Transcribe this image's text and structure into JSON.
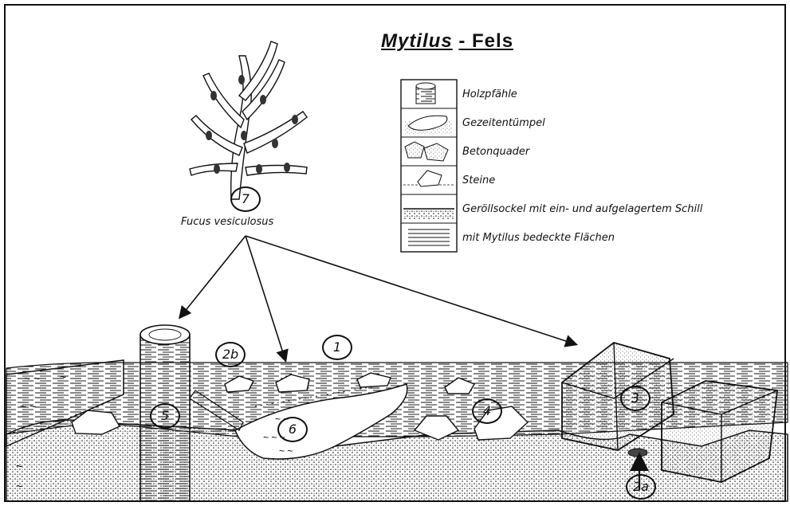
{
  "title": {
    "genus": "Mytilus",
    "rest": "- Fels"
  },
  "species_label": "Fucus vesiculosus",
  "legend": [
    {
      "key": "pile",
      "label": "Holzpfähle"
    },
    {
      "key": "tidepool",
      "label": "Gezeitentümpel"
    },
    {
      "key": "concrete",
      "label": "Betonquader"
    },
    {
      "key": "stones",
      "label": "Steine"
    },
    {
      "key": "gravel",
      "label": "Geröllsockel mit ein- und aufgelagertem Schill"
    },
    {
      "key": "mussel",
      "label": "mit Mytilus bedeckte Flächen"
    }
  ],
  "markers": {
    "m1": "1",
    "m2a": "2a",
    "m2b": "2b",
    "m3": "3",
    "m4": "4",
    "m5": "5",
    "m6": "6",
    "m7": "7"
  }
}
